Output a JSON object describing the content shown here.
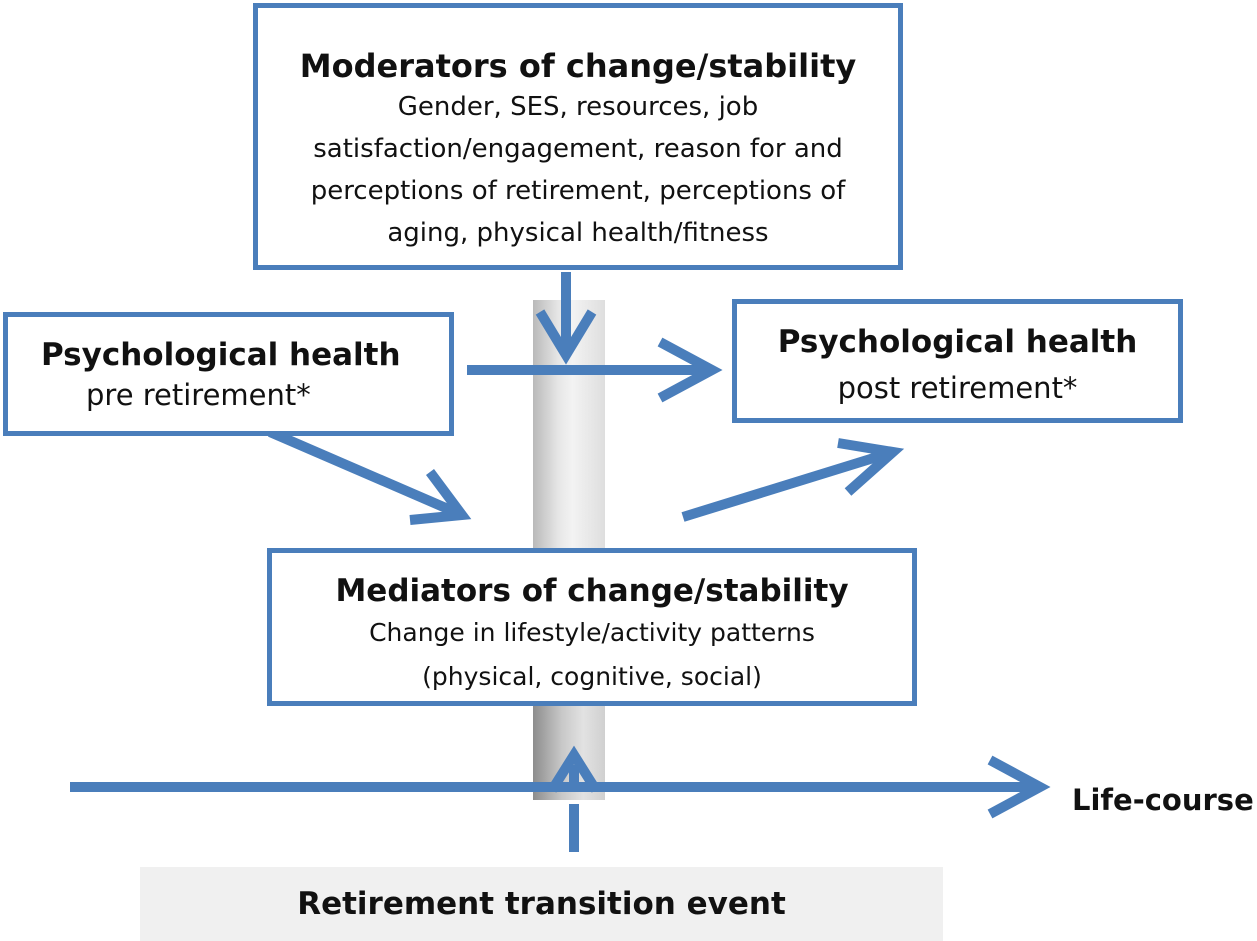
{
  "moderators": {
    "title": "Moderators of change/stability",
    "lines": [
      "Gender, SES, resources, job",
      "satisfaction/engagement, reason for and",
      "perceptions of retirement, perceptions of",
      "aging, physical health/fitness"
    ]
  },
  "pre_retirement": {
    "title": "Psychological health",
    "subtitle": "pre retirement*"
  },
  "post_retirement": {
    "title": "Psychological health",
    "subtitle": "post retirement*"
  },
  "mediators": {
    "title": "Mediators of change/stability",
    "lines": [
      "Change in lifestyle/activity patterns",
      "(physical, cognitive, social)"
    ]
  },
  "timeline": {
    "label": "Life-course"
  },
  "event": {
    "label": "Retirement transition event"
  },
  "colors": {
    "arrow": "#4a7ebb",
    "box_border": "#4a7ebb"
  }
}
